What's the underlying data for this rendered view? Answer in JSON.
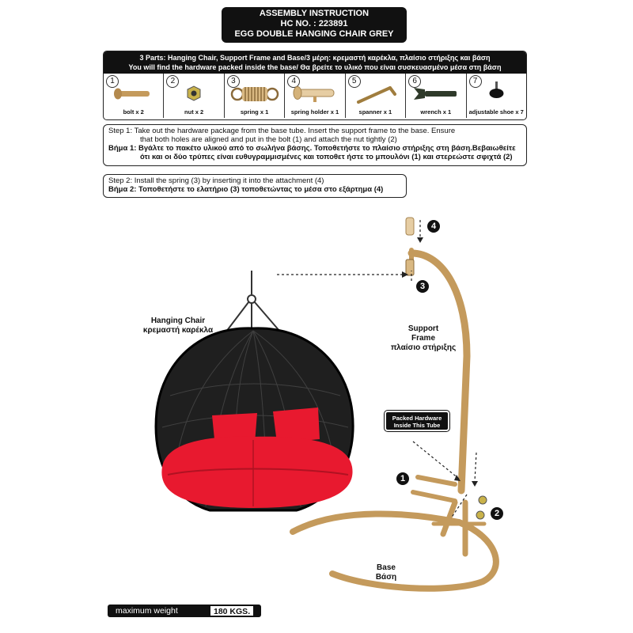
{
  "header": {
    "line1": "ASSEMBLY  INSTRUCTION",
    "line2": "HC NO. : 223891",
    "line3": "EGG DOUBLE HANGING CHAIR GREY"
  },
  "parts": {
    "heading_en": "3 Parts: Hanging Chair, Support Frame and Base/3 μέρη: κρεμαστή καρέκλα, πλαίσιο στήριξης και βάση",
    "heading_hw": "You will find the hardware packed inside the base/ Θα βρείτε το υλικό που είναι συσκευασμένο μέσα στη βάση",
    "items": [
      {
        "num": "1",
        "label": "bolt x 2",
        "icon": "bolt-icon"
      },
      {
        "num": "2",
        "label": "nut x 2",
        "icon": "nut-icon"
      },
      {
        "num": "3",
        "label": "spring x 1",
        "icon": "spring-icon"
      },
      {
        "num": "4",
        "label": "spring holder x 1",
        "icon": "spring-holder-icon"
      },
      {
        "num": "5",
        "label": "spanner x 1",
        "icon": "spanner-icon"
      },
      {
        "num": "6",
        "label": "wrench x 1",
        "icon": "wrench-icon"
      },
      {
        "num": "7",
        "label": "adjustable shoe x 7",
        "icon": "adjustable-shoe-icon"
      }
    ]
  },
  "step1": {
    "en_a": "Step 1: Take out the hardware package from the base tube. Insert the support frame to the base. Ensure",
    "en_b": "that both holes are aligned and put in the bolt (1) and attach the nut tightly (2)",
    "gr_a": "Βήμα 1: Βγάλτε το πακέτο υλικού από το σωλήνα βάσης. Τοποθετήστε το πλαίσιο στήριξης στη βάση.Βεβαιωθείτε",
    "gr_b": "ότι και οι δύο τρύπες είναι ευθυγραμμισμένες και τοποθετ ήστε το μπουλόνι (1) και στερεώστε σφιχτά (2)"
  },
  "step2": {
    "en": "Step 2: Install the spring (3) by inserting it into the attachment (4)",
    "gr": "Βήμα 2: Τοποθετήστε το ελατήριο (3) τοποθετώντας το μέσα στο εξάρτημα (4)"
  },
  "diagram": {
    "chair_en": "Hanging Chair",
    "chair_gr": "κρεμαστή καρέκλα",
    "frame_en1": "Support",
    "frame_en2": "Frame",
    "frame_gr": "πλαίσιο στήριξης",
    "base_en": "Base",
    "base_gr": "Βάση",
    "packed1": "Packed Hardware",
    "packed2": "Inside This Tube",
    "callouts": [
      "4",
      "3",
      "1",
      "2"
    ]
  },
  "footer": {
    "max_label": "maximum weight",
    "max_value": "180 KGS."
  },
  "colors": {
    "frame": "#c49a5c",
    "cushion": "#e8192f",
    "rattan": "#1a1a1a"
  }
}
